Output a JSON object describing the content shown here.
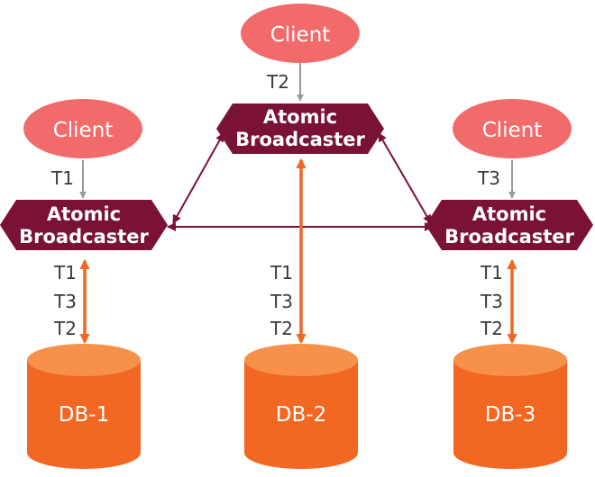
{
  "colors": {
    "client_fill": "#f26b6b",
    "broadcaster_fill": "#7a1236",
    "db_body": "#f26722",
    "db_top": "#f7904a",
    "arrow_gray": "#9a9a9a",
    "arrow_dark": "#7a1236",
    "arrow_orange": "#f26722",
    "label_text": "#3a3a3a"
  },
  "clients": {
    "top": "Client",
    "left": "Client",
    "right": "Client"
  },
  "client_arrow_labels": {
    "top": "T2",
    "left": "T1",
    "right": "T3"
  },
  "broadcasters": {
    "top": [
      "Atomic",
      "Broadcaster"
    ],
    "left": [
      "Atomic",
      "Broadcaster"
    ],
    "right": [
      "Atomic",
      "Broadcaster"
    ]
  },
  "db_labels": {
    "left": "DB-1",
    "middle": "DB-2",
    "right": "DB-3"
  },
  "db_arrow_labels": {
    "left": [
      "T1",
      "T3",
      "T2"
    ],
    "middle": [
      "T1",
      "T3",
      "T2"
    ],
    "right": [
      "T1",
      "T3",
      "T2"
    ]
  }
}
